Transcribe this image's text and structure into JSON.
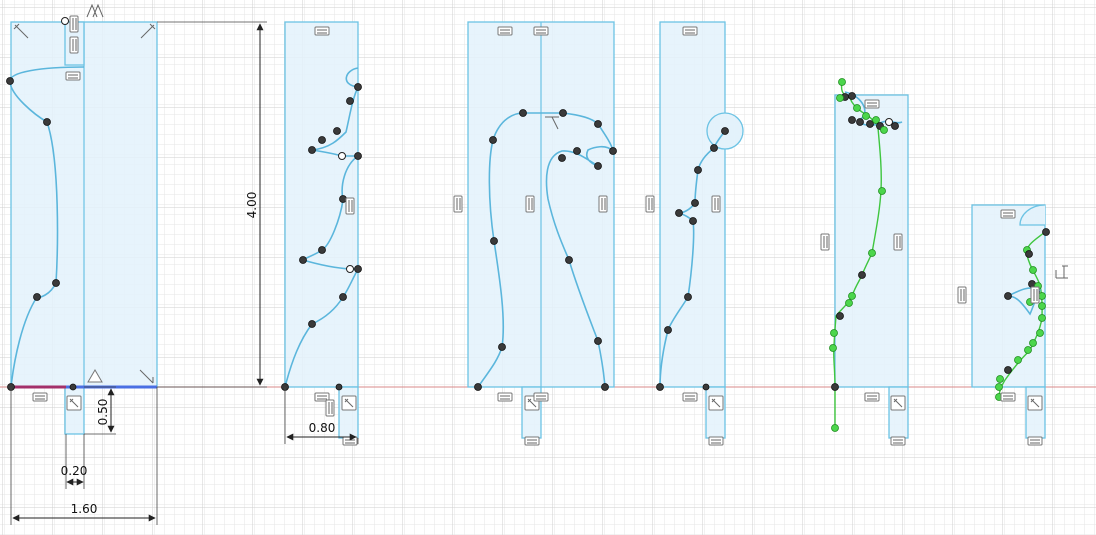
{
  "dimensions": {
    "height": "4.00",
    "width_small": "0.80",
    "width_total": "1.60",
    "offset": "0.50",
    "gap": "0.20"
  },
  "colors": {
    "panel_fill": "#e3f2fb",
    "panel_stroke": "#6cc3e4",
    "curve": "#5bb6dc",
    "point": "#3a3a3a",
    "fixed_point": "#4cd64c",
    "baseline": "#c0504d",
    "axis_highlight": "#4a6fe3",
    "grid_minor": "#e6e6e6",
    "grid_major": "#cfcfcf"
  },
  "icons": {
    "constraint_parallel": "parallel-constraint-icon",
    "constraint_horizontal": "horizontal-constraint-icon",
    "constraint_vertical": "vertical-constraint-icon",
    "constraint_perpendicular": "perpendicular-constraint-icon",
    "constraint_fix": "fix-constraint-icon",
    "constraint_tangent": "tangent-constraint-icon"
  }
}
